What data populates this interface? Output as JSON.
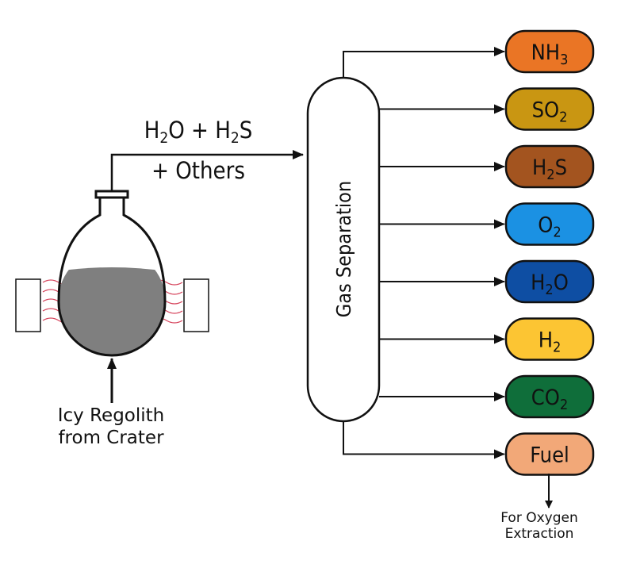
{
  "colors": {
    "line": "#111111",
    "liquid": "#7f7f7f",
    "heat_waves": "#d6455d"
  },
  "input": {
    "line1": "Icy Regolith",
    "line2": "from Crater"
  },
  "vapor_mix": {
    "line1": "H₂O + H₂S",
    "line2": "+ Others"
  },
  "separator": {
    "label": "Gas Separation"
  },
  "products": [
    {
      "base": "NH",
      "sub": "3",
      "tail": "",
      "color": "#ea7525"
    },
    {
      "base": "SO",
      "sub": "2",
      "tail": "",
      "color": "#c99612"
    },
    {
      "base": "H",
      "sub": "2",
      "tail": "S",
      "color": "#a3541f"
    },
    {
      "base": "O",
      "sub": "2",
      "tail": "",
      "color": "#1b91e3"
    },
    {
      "base": "H",
      "sub": "2",
      "tail": "O",
      "color": "#0e4ea3"
    },
    {
      "base": "H",
      "sub": "2",
      "tail": "",
      "color": "#fcc533"
    },
    {
      "base": "CO",
      "sub": "2",
      "tail": "",
      "color": "#0f6e3a"
    },
    {
      "base": "Fuel",
      "sub": "",
      "tail": "",
      "color": "#f2a878"
    }
  ],
  "output_note": {
    "line1": "For Oxygen",
    "line2": "Extraction"
  }
}
